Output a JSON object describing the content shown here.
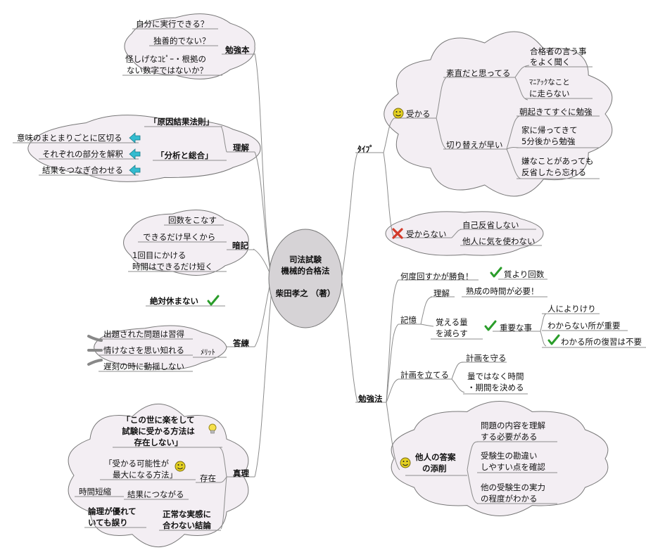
{
  "colors": {
    "bubble_fill": "#f3eef3",
    "bubble_stroke": "#777777",
    "line": "#8c8c8c",
    "center_fill": "#d6d3d6",
    "check": "#2a9d2a",
    "arrow": "#33bcd0",
    "cross": "#d23a2a",
    "smile": "#e3d020"
  },
  "center": {
    "line1": "司法試験",
    "line2": "機械的合格法",
    "line3": "柴田孝之 （著）"
  },
  "icons": {
    "check": "check-icon",
    "smile": "smile-icon",
    "cross": "cross-icon",
    "bulb": "lightbulb-icon",
    "arrow": "arrow-left-icon"
  },
  "left": {
    "study_book": {
      "label": "勉強本",
      "items": [
        "自分に実行できる？",
        "独善的でない？",
        "怪しげなｺﾋﾟｰ・根拠の",
        "ない数字ではないか？"
      ]
    },
    "understanding": {
      "label": "理解",
      "cause": "「原因結果法則」",
      "analysis": "「分析と総合」",
      "items": [
        "意味のまとまりごとに区切る",
        "それぞれの部分を解釈",
        "結果をつなぎ合わせる"
      ]
    },
    "memorize": {
      "label": "暗記",
      "items": [
        "回数をこなす",
        "できるだけ早くから",
        "1回目にかける",
        "時間はできるだけ短く"
      ]
    },
    "answer_practice": {
      "label": "答練",
      "never_rest": "絶対休まない",
      "merit": "ﾒﾘｯﾄ",
      "items": [
        "出題された問題は習得",
        "情けなさを思い知れる",
        "遅刻の時に動揺しない"
      ]
    },
    "truth": {
      "label": "真理",
      "quote1": "「この世に楽をして",
      "quote2": "試験に受かる方法は",
      "quote3": "存在しない」",
      "quote4": "「受かる可能性が",
      "quote5": "最大になる方法」",
      "exist": "存在",
      "short": "時間短縮",
      "connect": "結果につながる",
      "logic1": "論理が優れて",
      "logic2": "いても誤り",
      "normal1": "正常な実感に",
      "normal2": "合わない結論"
    }
  },
  "right": {
    "type": {
      "label": "ﾀｲﾌﾟ",
      "pass": {
        "label": "受かる",
        "honest": "素直だと思ってる",
        "listen1": "合格者の言う事",
        "listen2": "をよく聞く",
        "mania1": "ﾏﾆｱｯｸなこと",
        "mania2": "に走らない",
        "switch": "切り替えが早い",
        "s1": "朝起きてすぐに勉強",
        "s2a": "家に帰ってきて",
        "s2b": "5分後から勉強",
        "s3a": "嫌なことがあっても",
        "s3b": "反省したら忘れる"
      },
      "fail": {
        "label": "受からない",
        "items": [
          "自己反省しない",
          "他人に気を使わない"
        ]
      }
    },
    "method": {
      "label": "勉強法",
      "times": "何度回すかが勝負！",
      "quality": "質より回数",
      "memory": "記憶",
      "understand": "理解",
      "mature": "熟成の時間が必要！",
      "reduce1": "覚える量",
      "reduce2": "を減らす",
      "important": "重要な事",
      "imp": [
        "人によりけり",
        "わからない所が重要",
        "わかる所の復習は不要"
      ],
      "plan": "計画を立てる",
      "keep": "計画を守る",
      "time1": "量ではなく時間",
      "time2": "・期間を決める",
      "others1": "他人の答案",
      "others2": "の添削",
      "o1a": "問題の内容を理解",
      "o1b": "する必要がある",
      "o2a": "受験生の勘違い",
      "o2b": "しやすい点を確認",
      "o3a": "他の受験生の実力",
      "o3b": "の程度がわかる"
    }
  }
}
